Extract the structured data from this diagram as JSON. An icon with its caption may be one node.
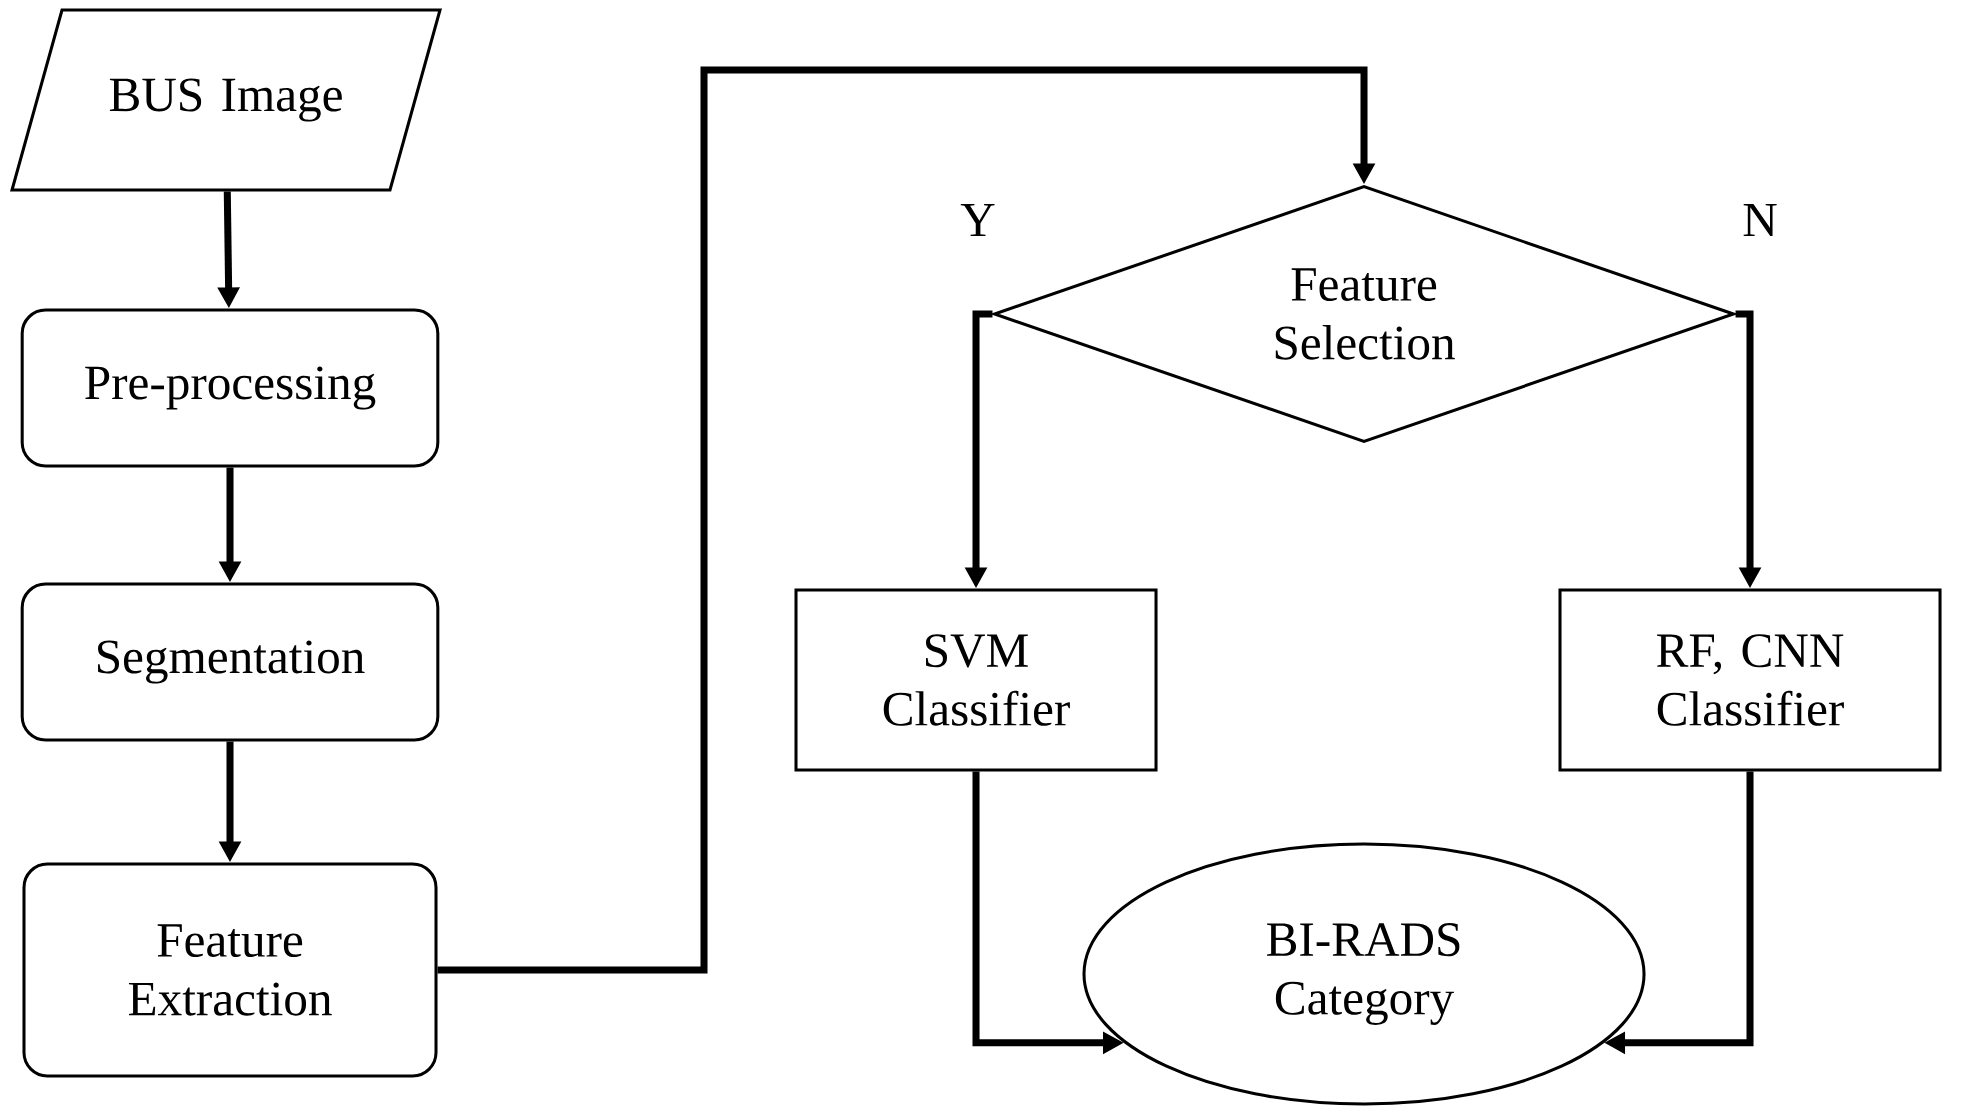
{
  "diagram": {
    "nodes": [
      {
        "text": [
          "BUS Image"
        ]
      },
      {
        "text": [
          "Pre-processing"
        ]
      },
      {
        "text": [
          "Segmentation"
        ]
      },
      {
        "text": [
          "Feature Extraction"
        ]
      },
      {
        "text": [
          "Feature Selection"
        ]
      },
      {
        "text": [
          "SVM Classifier"
        ]
      },
      {
        "text": [
          "RF, CNN Classifier"
        ]
      },
      {
        "text": [
          "BI-RADS Category"
        ]
      }
    ],
    "edges": [
      {
        "from": 0,
        "to": 1,
        "arrow": "to"
      },
      {
        "from": 1,
        "to": 2,
        "arrow": "to"
      },
      {
        "from": 2,
        "to": 3,
        "arrow": "to"
      },
      {
        "from": 3,
        "to": 4,
        "arrow": "to"
      },
      {
        "from": 4,
        "to": 5,
        "arrow": "to",
        "label": "Y"
      },
      {
        "from": 4,
        "to": 6,
        "arrow": "to",
        "label": "N"
      },
      {
        "from": 5,
        "to": 7,
        "arrow": "to"
      },
      {
        "from": 6,
        "to": 7,
        "arrow": "to"
      }
    ]
  }
}
